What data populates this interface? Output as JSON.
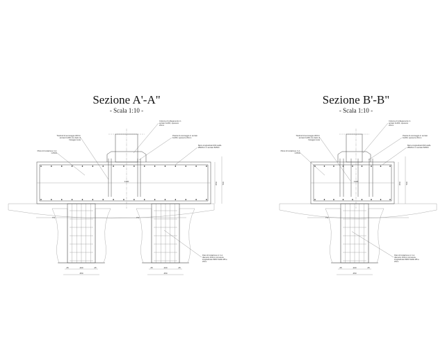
{
  "sections": [
    {
      "id": "a",
      "title": "Sezione A'-A\"",
      "scale": "- Scala 1:10 -",
      "notes": {
        "column": "Colonna di collegamento in acciaio Fe360, spessore 20mm",
        "plate": "Piastra di ancoraggio in acciaio Fe360, spessore 20mm",
        "anchors": "Tirafondi di ancoraggio Ø20 in acciaio Fe360 con dado di fissaggio testa",
        "plinth": "Plinto di fondazione C.A. C25/30",
        "bars": "Barre longitudinali Ø16 staffe Ø8/20cm in acciaio B450C",
        "pile": "Palo di fondazione in C.A. diametro 400mm Armatura longitudinale 8Ø16 Staffe Ø8 a 20cm"
      },
      "dims": {
        "cover_left": "25",
        "pile_width": "400",
        "cover_right": "25",
        "pile_total": "450",
        "height_inner": "650",
        "height_total": "700",
        "axis": "1400",
        "level": "7%"
      }
    },
    {
      "id": "b",
      "title": "Sezione B'-B\"",
      "scale": "- Scala 1:10 -",
      "notes": {
        "column": "Colonna di collegamento in acciaio Fe360, spessore 20mm",
        "plate": "Piastra di ancoraggio in acciaio Fe360, spessore 20mm",
        "anchors": "Tirafondi di ancoraggio Ø20 in acciaio Fe360 con dado di fissaggio testa",
        "plinth": "Plinto di fondazione C.A. C25/30",
        "bars": "Barre longitudinali Ø16 staffe Ø8/20cm in acciaio B450C",
        "pile": "Palo di fondazione in C.A. diametro 400mm Armatura longitudinale 8Ø16 Staffe Ø8 a 20cm"
      },
      "dims": {
        "cover_left": "25",
        "pile_width": "400",
        "cover_right": "25",
        "pile_total": "450",
        "height_inner": "650",
        "height_total": "700",
        "axis": "1400",
        "level": "7%"
      }
    }
  ]
}
